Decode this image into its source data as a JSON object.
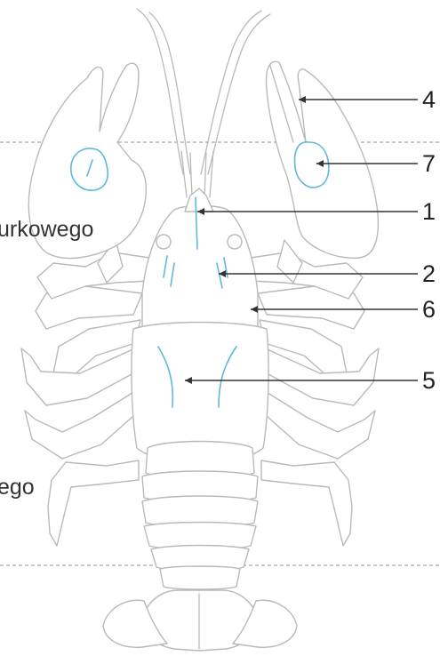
{
  "left_edge_texts": {
    "text_1": "urkowego",
    "text_2": "ego"
  },
  "callouts": [
    {
      "id": "4",
      "label": "4"
    },
    {
      "id": "7",
      "label": "7"
    },
    {
      "id": "1",
      "label": "1"
    },
    {
      "id": "2",
      "label": "2"
    },
    {
      "id": "6",
      "label": "6"
    },
    {
      "id": "5",
      "label": "5"
    }
  ],
  "colors": {
    "outline": "#b9b9b9",
    "highlight": "#5fb8dc",
    "pointer": "#333333",
    "dashed_line": "#8c8c8c"
  }
}
